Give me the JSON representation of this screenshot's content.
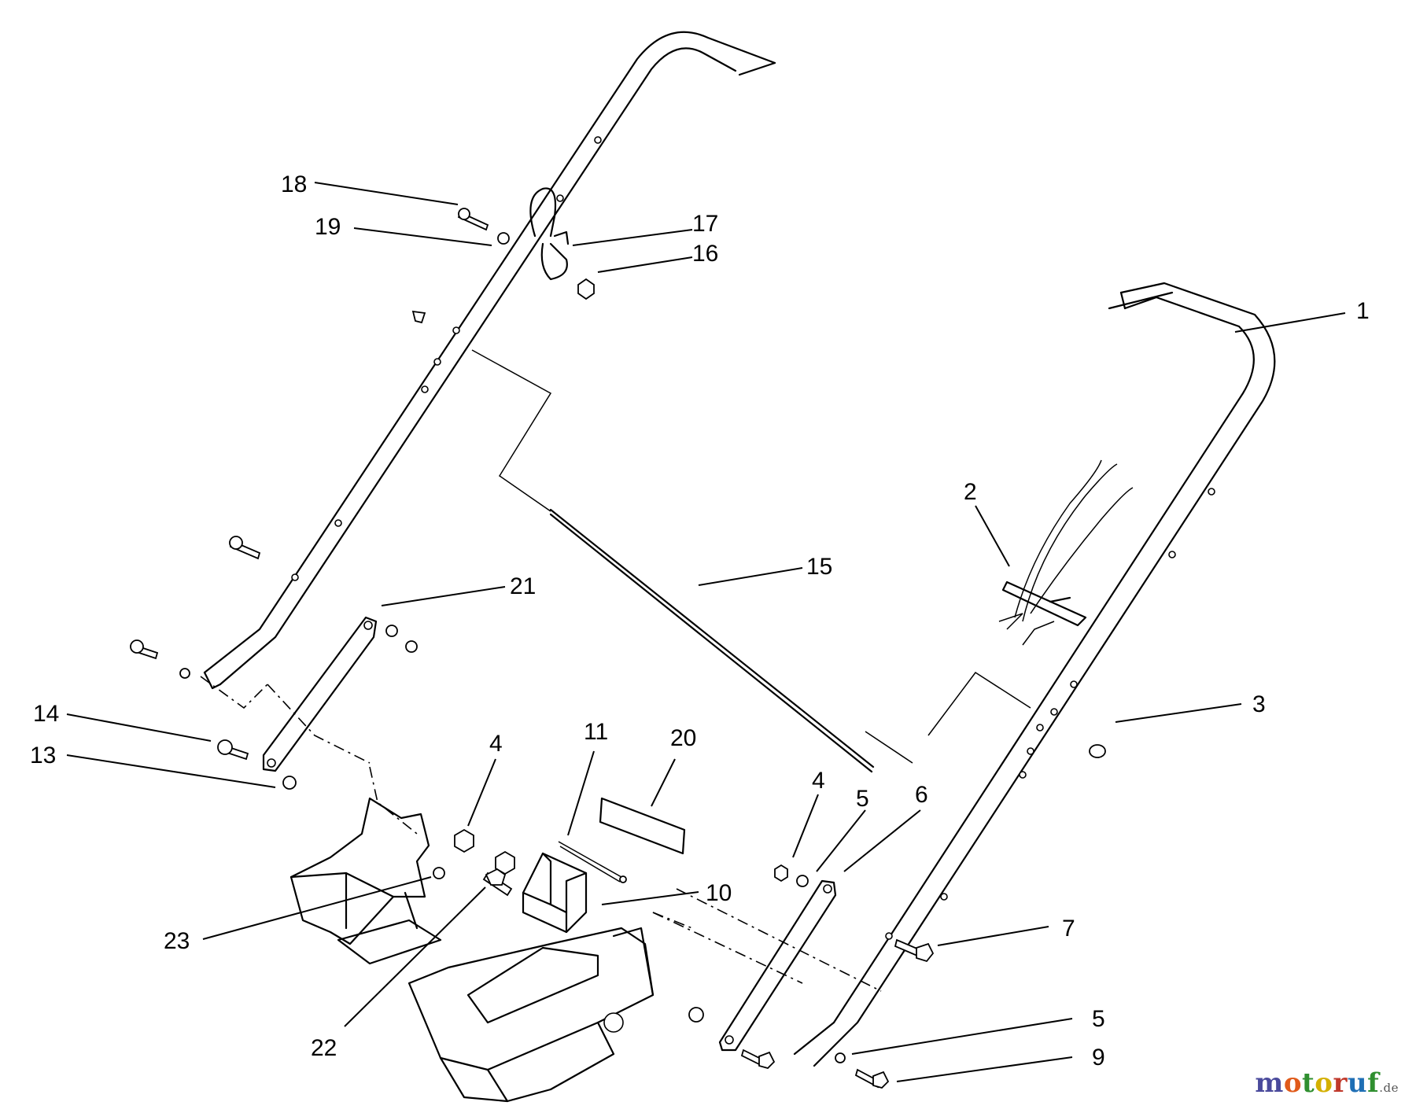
{
  "callouts": [
    {
      "id": "c18",
      "label": "18"
    },
    {
      "id": "c19",
      "label": "19"
    },
    {
      "id": "c17",
      "label": "17"
    },
    {
      "id": "c16",
      "label": "16"
    },
    {
      "id": "c1",
      "label": "1"
    },
    {
      "id": "c2",
      "label": "2"
    },
    {
      "id": "c15",
      "label": "15"
    },
    {
      "id": "c21",
      "label": "21"
    },
    {
      "id": "c3",
      "label": "3"
    },
    {
      "id": "c14",
      "label": "14"
    },
    {
      "id": "c13",
      "label": "13"
    },
    {
      "id": "c4a",
      "label": "4"
    },
    {
      "id": "c11",
      "label": "11"
    },
    {
      "id": "c20",
      "label": "20"
    },
    {
      "id": "c4b",
      "label": "4"
    },
    {
      "id": "c5a",
      "label": "5"
    },
    {
      "id": "c6",
      "label": "6"
    },
    {
      "id": "c10",
      "label": "10"
    },
    {
      "id": "c7",
      "label": "7"
    },
    {
      "id": "c23",
      "label": "23"
    },
    {
      "id": "c22",
      "label": "22"
    },
    {
      "id": "c5b",
      "label": "5"
    },
    {
      "id": "c9",
      "label": "9"
    }
  ],
  "watermark": {
    "letters": [
      {
        "ch": "m",
        "color": "#4a4a9c"
      },
      {
        "ch": "o",
        "color": "#e05a1a"
      },
      {
        "ch": "t",
        "color": "#2f8f2f"
      },
      {
        "ch": "o",
        "color": "#d4b000"
      },
      {
        "ch": "r",
        "color": "#c0392b"
      },
      {
        "ch": "u",
        "color": "#1f6fb5"
      },
      {
        "ch": "f",
        "color": "#2f8f2f"
      }
    ],
    "suffix": ".de"
  }
}
